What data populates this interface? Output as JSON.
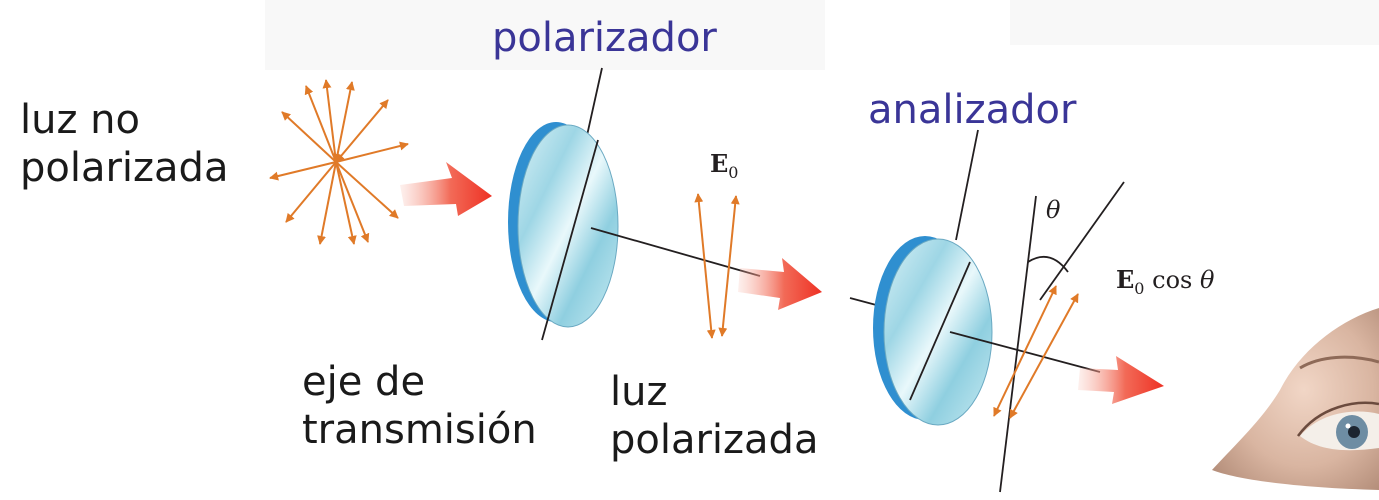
{
  "labels": {
    "polarizer": "polarizador",
    "analyzer": "analizador",
    "unpolarized_line1": "luz no",
    "unpolarized_line2": "polarizada",
    "axis_line1": "eje de",
    "axis_line2": "transmisión",
    "polarized_line1": "luz",
    "polarized_line2": "polarizada"
  },
  "math": {
    "e0_letter": "E",
    "e0_subscript": "0",
    "theta": "θ",
    "cos_text": "cos",
    "cos_theta": "θ"
  },
  "colors": {
    "label_purple": "#3a3597",
    "label_black": "#1a1a1a",
    "arrow_orange": "#e07a28",
    "beam_red": "#ee3124",
    "disk_blue": "#2f8fd0",
    "disk_face": "#bfe6ef"
  }
}
